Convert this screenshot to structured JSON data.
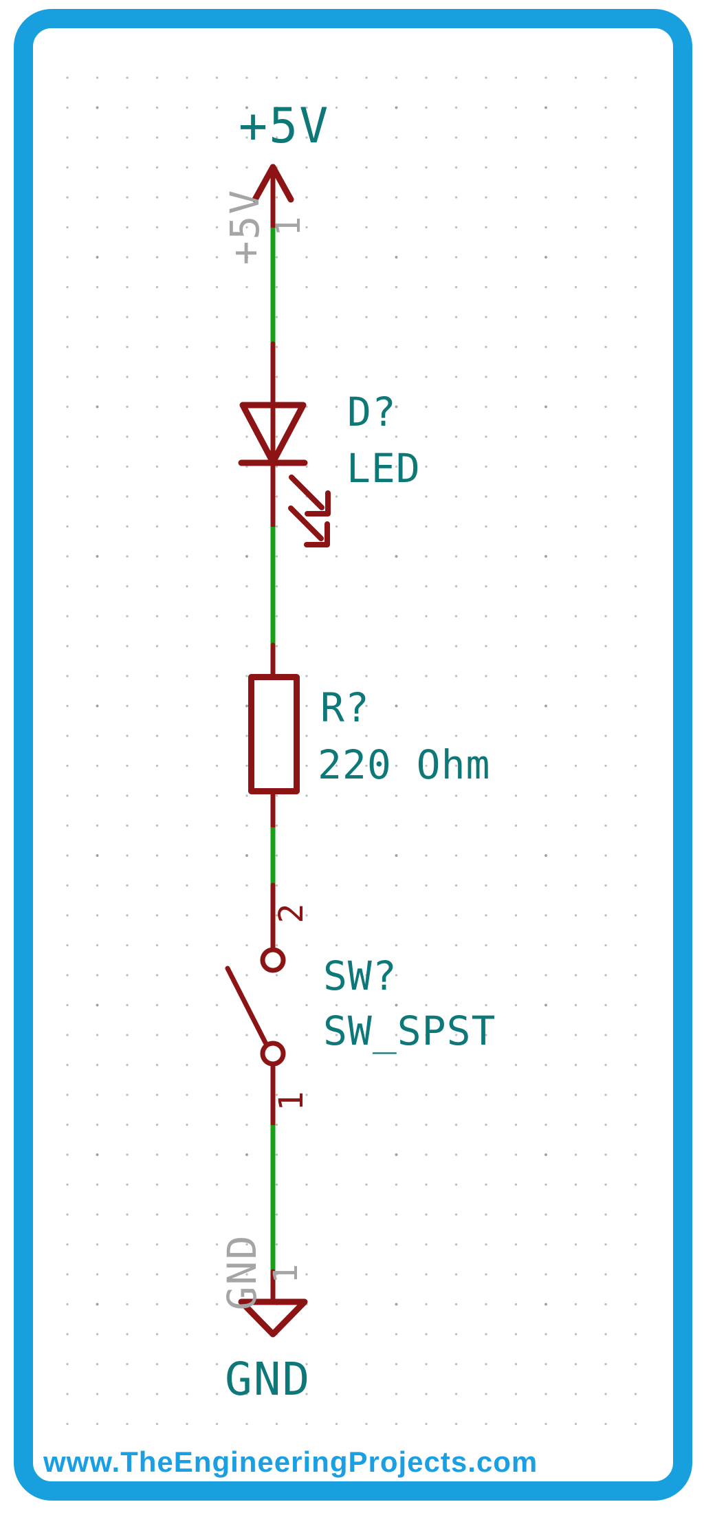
{
  "colors": {
    "frame-blue": "#18A0DE",
    "watermark-blue": "#1B9FE3",
    "symbol-red": "#8C1414",
    "wire-green": "#17A017",
    "label-teal": "#0E7878",
    "pin-gray": "#A5A5A8",
    "grid-dot": "#BDBEC2",
    "paper": "#FFFFFF"
  },
  "schematic": {
    "power_flag": {
      "net_label": "+5V",
      "pin_name": "+5V",
      "pin_number": "1"
    },
    "led": {
      "reference": "D?",
      "value": "LED"
    },
    "resistor": {
      "reference": "R?",
      "value": "220 Ohm"
    },
    "switch": {
      "reference": "SW?",
      "value": "SW_SPST",
      "pin_top_number": "2",
      "pin_bottom_number": "1"
    },
    "ground": {
      "net_label": "GND",
      "pin_name": "GND",
      "pin_number": "1"
    }
  },
  "watermark": {
    "text": "www.TheEngineeringProjects.com"
  }
}
